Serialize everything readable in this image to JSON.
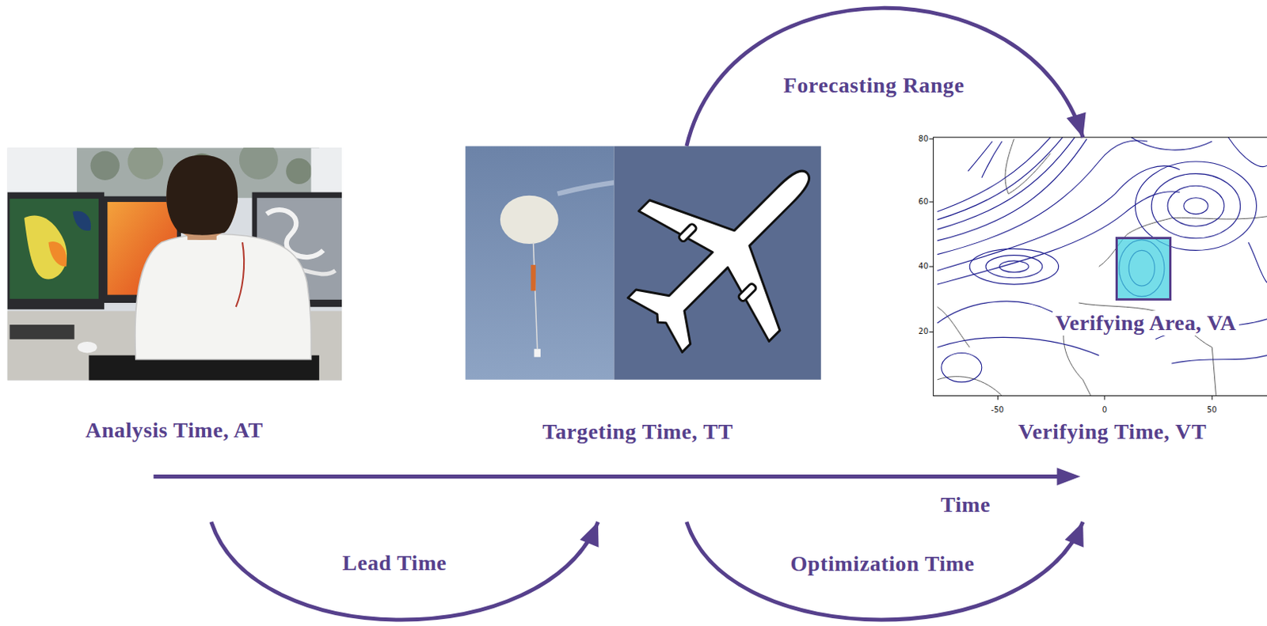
{
  "diagram": {
    "nodes": [
      {
        "text": [
          "Analysis Time, AT"
        ]
      },
      {
        "text": [
          "Targeting Time, TT"
        ]
      },
      {
        "text": [
          "Verifying Time, VT"
        ]
      },
      {
        "text": [
          "Verifying Area, VA"
        ],
        "in": 2
      }
    ],
    "edges": [
      {
        "from": 0,
        "to": 1,
        "arrow": "to",
        "label": "Lead Time"
      },
      {
        "from": 1,
        "to": 2,
        "arrow": "to",
        "label": "Optimization Time"
      },
      {
        "from": 1,
        "to": 2,
        "arrow": "to",
        "label": "Forecasting Range"
      }
    ],
    "labels": [
      "Time",
      "80",
      "60",
      "40",
      "20",
      "-50",
      "0",
      "50"
    ]
  }
}
